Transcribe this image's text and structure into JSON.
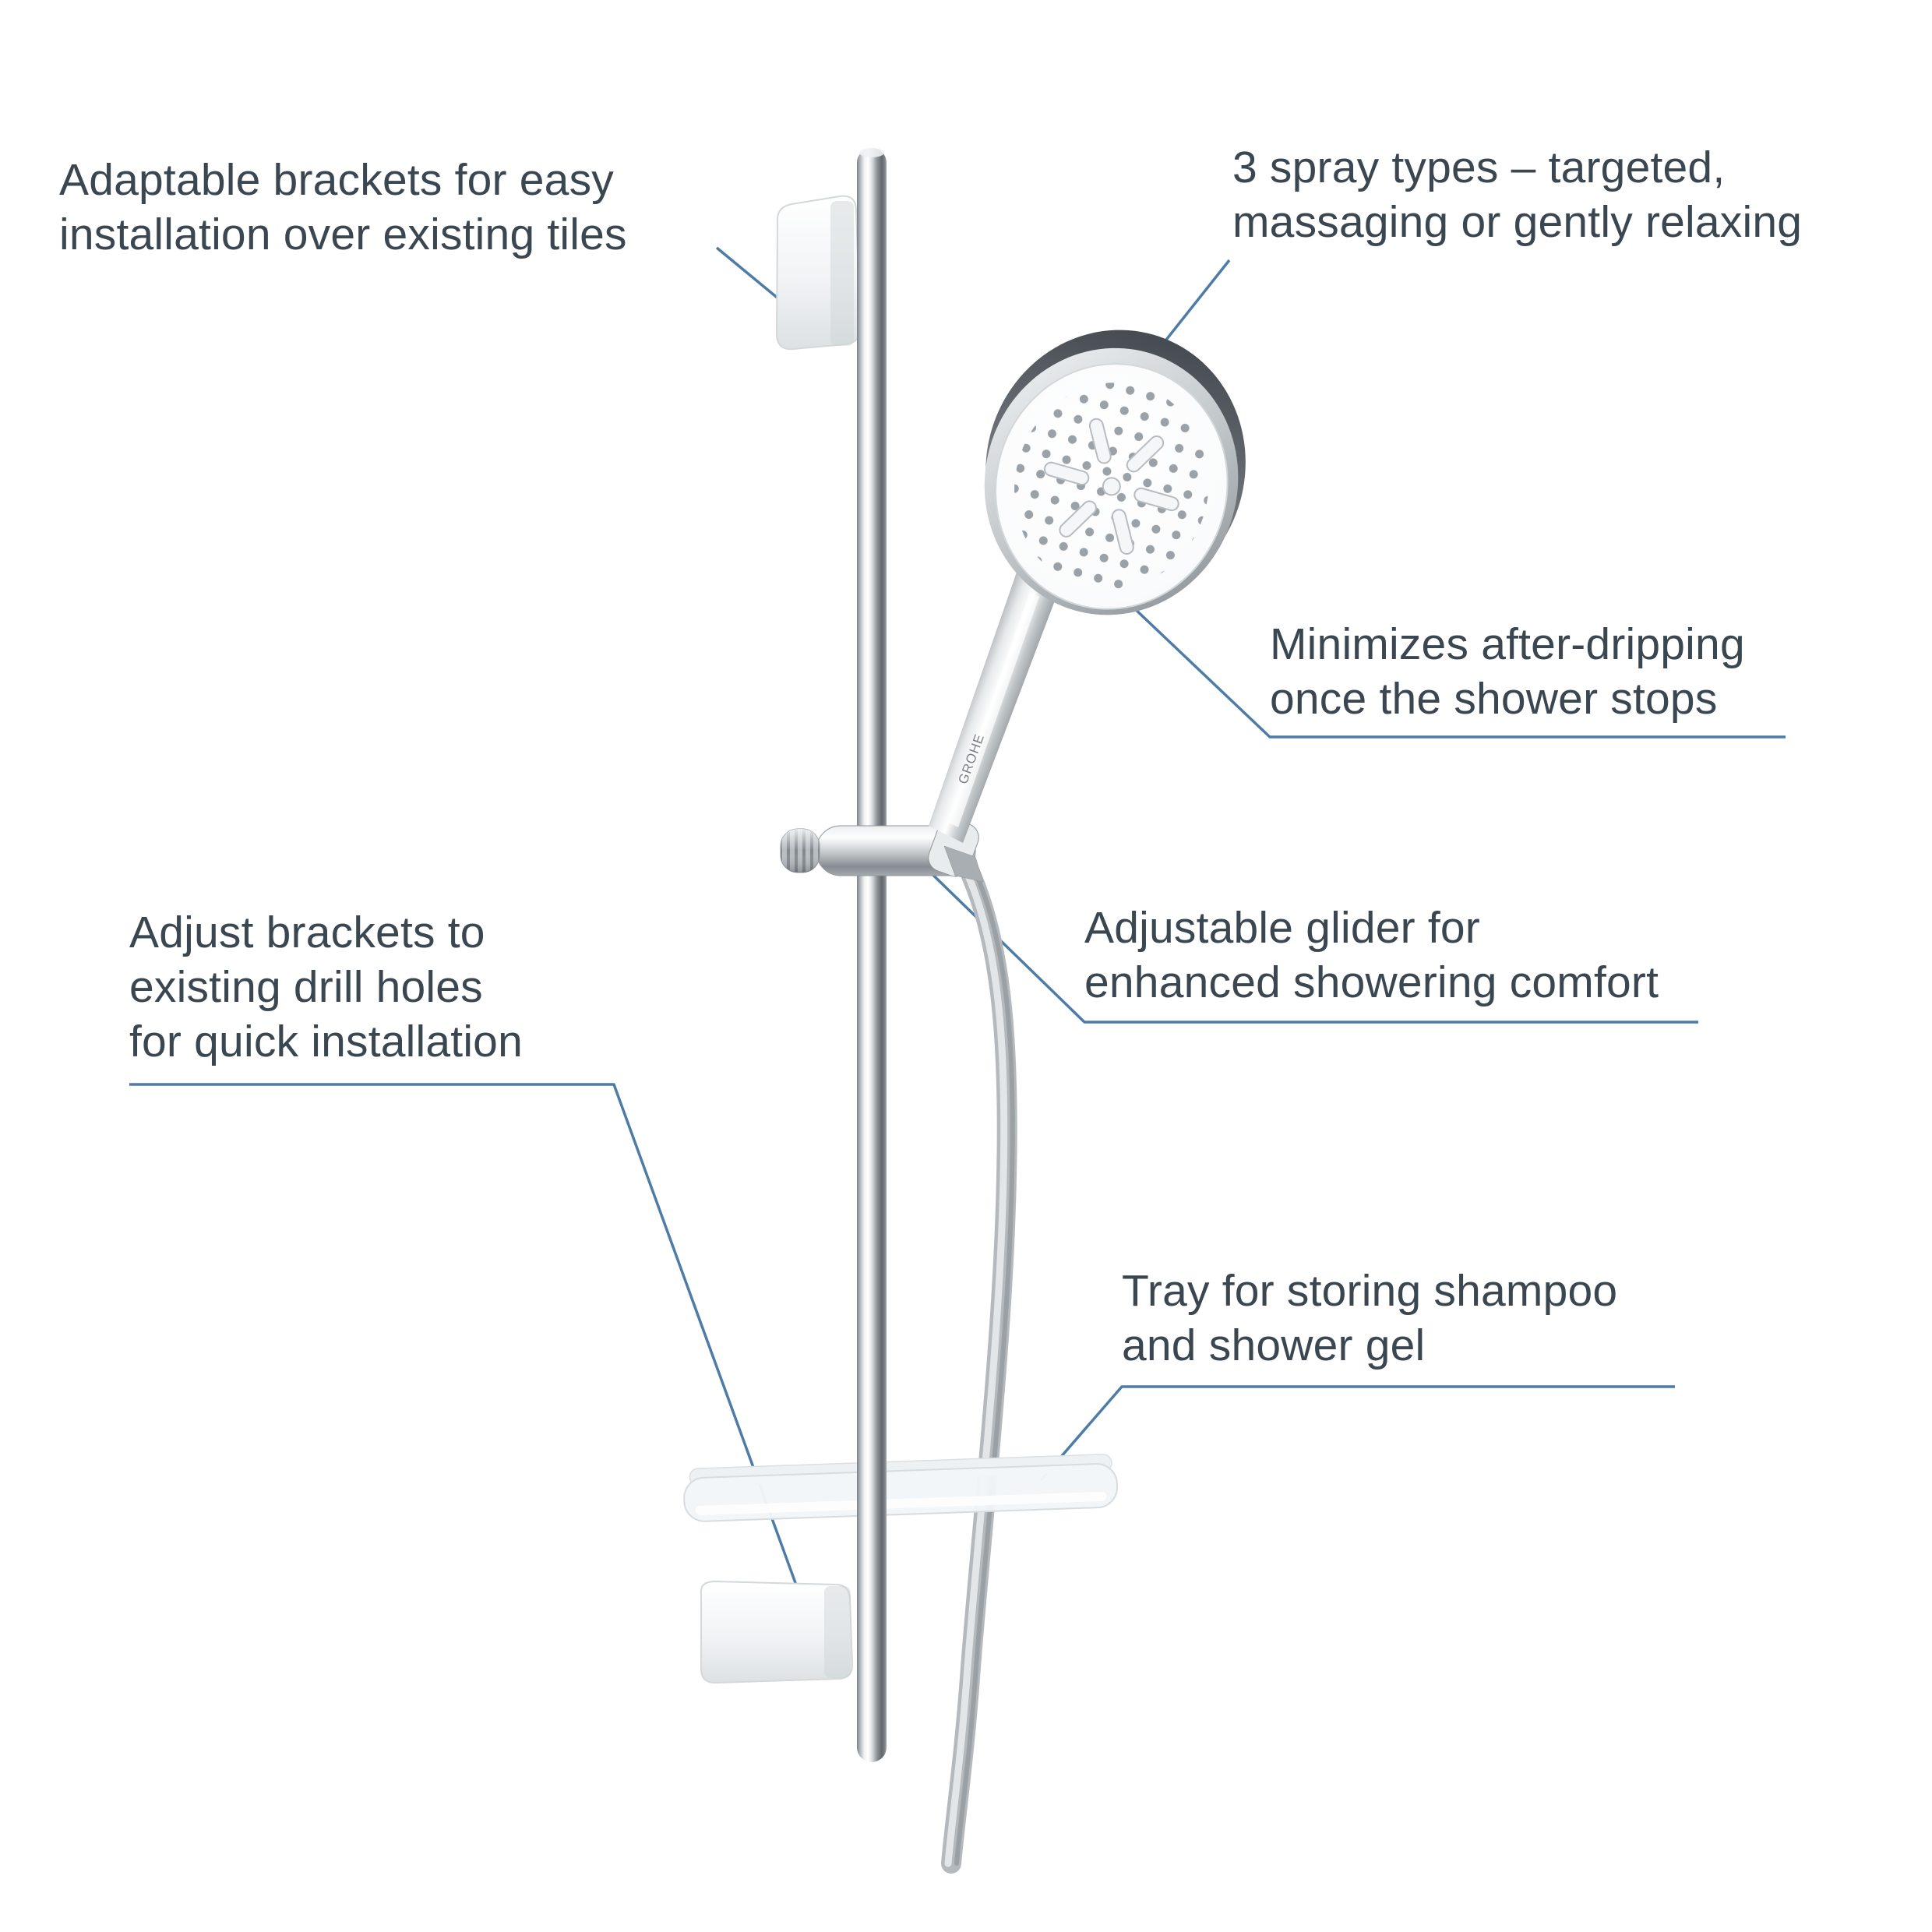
{
  "meta": {
    "background_color": "#ffffff",
    "text_color": "#3a4650",
    "callout_line_color": "#4d7ca6",
    "chrome_base_color": "#c7cbce",
    "bracket_color": "#f1f3f5"
  },
  "product": {
    "brand": "GROHE"
  },
  "annotations": {
    "adaptable_brackets": {
      "line1": "Adaptable brackets for easy",
      "line2": "installation over existing tiles"
    },
    "spray_types": {
      "line1": "3 spray types – targeted,",
      "line2": "massaging or gently relaxing"
    },
    "after_dripping": {
      "line1": "Minimizes after-dripping",
      "line2": "once the shower stops"
    },
    "adjust_brackets": {
      "line1": "Adjust brackets to",
      "line2": "existing drill holes",
      "line3": "for quick installation"
    },
    "glider": {
      "line1": "Adjustable glider for",
      "line2": "enhanced showering comfort"
    },
    "tray": {
      "line1": "Tray for storing shampoo",
      "line2": "and shower gel"
    }
  }
}
